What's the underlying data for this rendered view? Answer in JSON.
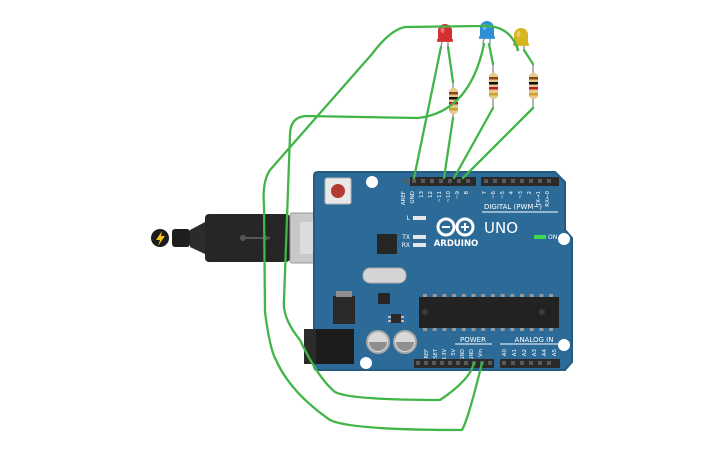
{
  "board": {
    "brand": "ARDUINO",
    "model": "UNO",
    "on_label": "ON",
    "l_label": "L",
    "tx_label": "TX",
    "rx_label": "RX",
    "digital_label": "DIGITAL (PWM~)",
    "power_label": "POWER",
    "analog_label": "ANALOG IN",
    "top_pins": [
      "AREF",
      "GND",
      "13",
      "12",
      "~11",
      "~10",
      "~9",
      "8",
      "7",
      "~6",
      "~5",
      "4",
      "~3",
      "2",
      "TX→1",
      "RX←0"
    ],
    "power_pins": [
      "IOREF",
      "RESET",
      "3.3V",
      "5V",
      "GND",
      "GND",
      "Vin"
    ],
    "analog_pins": [
      "A0",
      "A1",
      "A2",
      "A3",
      "A4",
      "A5"
    ]
  },
  "leds": [
    {
      "color": "red",
      "hex": "#d32f2f"
    },
    {
      "color": "blue",
      "hex": "#2f8fd6"
    },
    {
      "color": "yellow",
      "hex": "#d6b51e"
    }
  ],
  "colors": {
    "board": "#2c6a97",
    "board_edge": "#245b84",
    "wire": "#41b548",
    "header": "#2a2a2a"
  }
}
